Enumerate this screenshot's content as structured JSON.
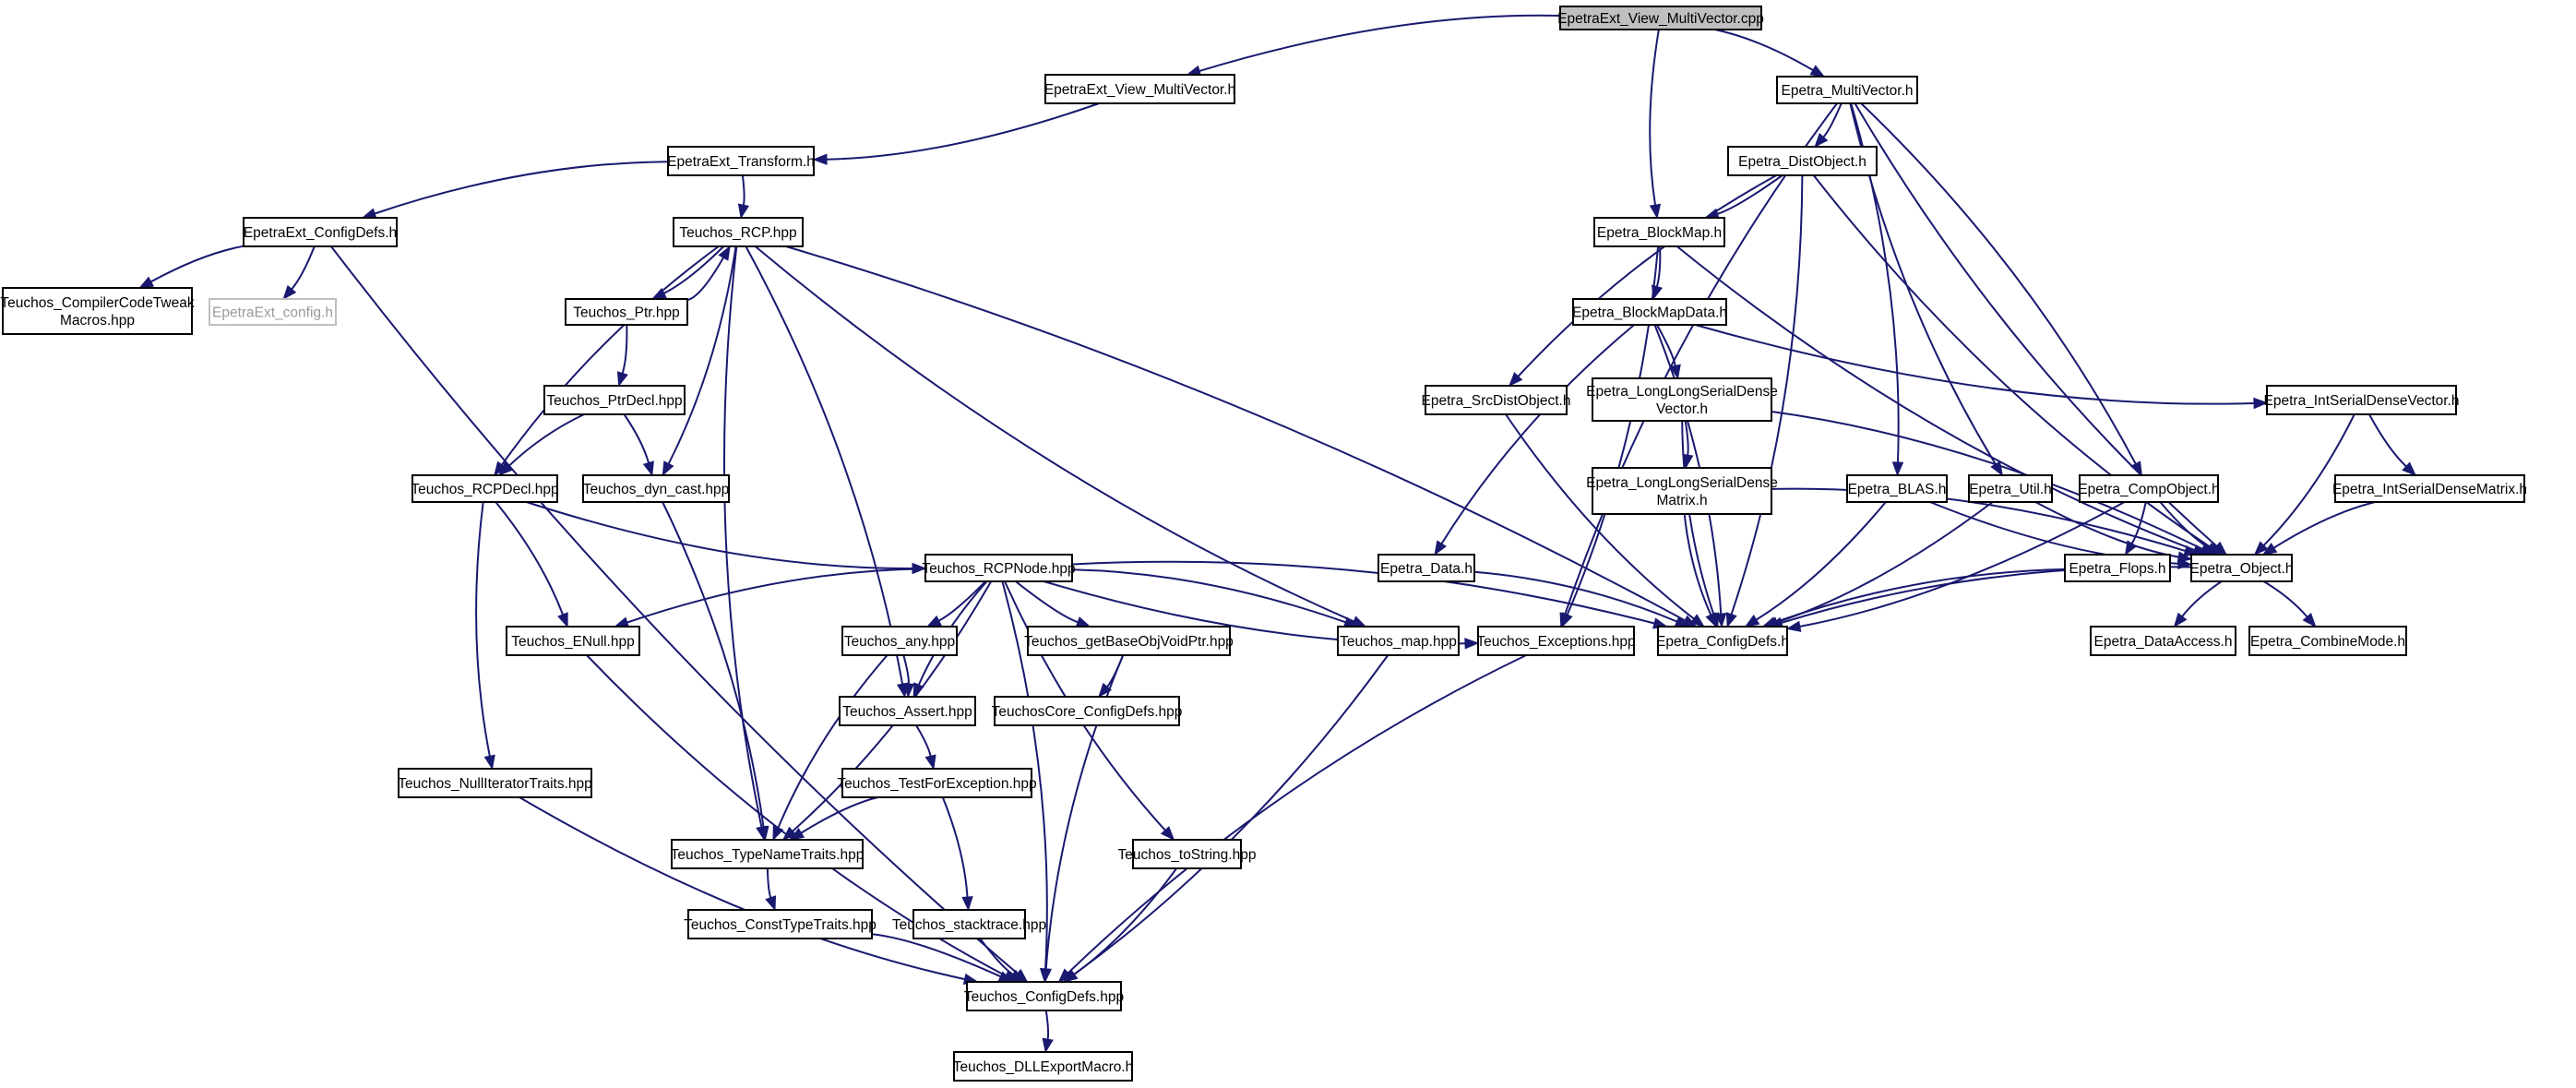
{
  "colors": {
    "edge": "#191970",
    "node_border": "#000000",
    "root_fill": "#bfbfbf",
    "ghost_border": "#bfbfbf",
    "ghost_text": "#9a9a9a"
  },
  "nodes": [
    {
      "id": "root",
      "label": "EpetraExt_View_MultiVector.cpp",
      "kind": "root"
    },
    {
      "id": "eevmv_h",
      "label": "EpetraExt_View_MultiVector.h"
    },
    {
      "id": "emv_h",
      "label": "Epetra_MultiVector.h"
    },
    {
      "id": "eet_h",
      "label": "EpetraExt_Transform.h"
    },
    {
      "id": "edo_h",
      "label": "Epetra_DistObject.h"
    },
    {
      "id": "eecd_h",
      "label": "EpetraExt_ConfigDefs.h"
    },
    {
      "id": "trcp",
      "label": "Teuchos_RCP.hpp"
    },
    {
      "id": "ebm_h",
      "label": "Epetra_BlockMap.h"
    },
    {
      "id": "tcct",
      "label": "Teuchos_CompilerCodeTweak Macros.hpp",
      "lines": [
        "Teuchos_CompilerCodeTweak",
        "Macros.hpp"
      ]
    },
    {
      "id": "eec_h",
      "label": "EpetraExt_config.h",
      "kind": "ghost"
    },
    {
      "id": "tptr",
      "label": "Teuchos_Ptr.hpp"
    },
    {
      "id": "ebmd_h",
      "label": "Epetra_BlockMapData.h"
    },
    {
      "id": "tptrd",
      "label": "Teuchos_PtrDecl.hpp"
    },
    {
      "id": "esdo_h",
      "label": "Epetra_SrcDistObject.h"
    },
    {
      "id": "ellsdv",
      "label": "Epetra_LongLongSerialDense Vector.h",
      "lines": [
        "Epetra_LongLongSerialDense",
        "Vector.h"
      ]
    },
    {
      "id": "eisdv",
      "label": "Epetra_IntSerialDenseVector.h"
    },
    {
      "id": "trcpd",
      "label": "Teuchos_RCPDecl.hpp"
    },
    {
      "id": "tdc",
      "label": "Teuchos_dyn_cast.hpp"
    },
    {
      "id": "ellsdm",
      "label": "Epetra_LongLongSerialDense Matrix.h",
      "lines": [
        "Epetra_LongLongSerialDense",
        "Matrix.h"
      ]
    },
    {
      "id": "eblas",
      "label": "Epetra_BLAS.h"
    },
    {
      "id": "eutil",
      "label": "Epetra_Util.h"
    },
    {
      "id": "eco",
      "label": "Epetra_CompObject.h"
    },
    {
      "id": "eisdm",
      "label": "Epetra_IntSerialDenseMatrix.h"
    },
    {
      "id": "trcpn",
      "label": "Teuchos_RCPNode.hpp"
    },
    {
      "id": "edata",
      "label": "Epetra_Data.h"
    },
    {
      "id": "eflops",
      "label": "Epetra_Flops.h"
    },
    {
      "id": "eobj",
      "label": "Epetra_Object.h"
    },
    {
      "id": "tenull",
      "label": "Teuchos_ENull.hpp"
    },
    {
      "id": "tany",
      "label": "Teuchos_any.hpp"
    },
    {
      "id": "tgbo",
      "label": "Teuchos_getBaseObjVoidPtr.hpp"
    },
    {
      "id": "tmap",
      "label": "Teuchos_map.hpp"
    },
    {
      "id": "texc",
      "label": "Teuchos_Exceptions.hpp"
    },
    {
      "id": "ecd",
      "label": "Epetra_ConfigDefs.h"
    },
    {
      "id": "eda",
      "label": "Epetra_DataAccess.h"
    },
    {
      "id": "ecm",
      "label": "Epetra_CombineMode.h"
    },
    {
      "id": "tassert",
      "label": "Teuchos_Assert.hpp"
    },
    {
      "id": "tccd",
      "label": "TeuchosCore_ConfigDefs.hpp"
    },
    {
      "id": "tnit",
      "label": "Teuchos_NullIteratorTraits.hpp"
    },
    {
      "id": "ttfe",
      "label": "Teuchos_TestForException.hpp"
    },
    {
      "id": "ttnt",
      "label": "Teuchos_TypeNameTraits.hpp"
    },
    {
      "id": "tts",
      "label": "Teuchos_toString.hpp"
    },
    {
      "id": "tctt",
      "label": "Teuchos_ConstTypeTraits.hpp"
    },
    {
      "id": "tst",
      "label": "Teuchos_stacktrace.hpp"
    },
    {
      "id": "tcd",
      "label": "Teuchos_ConfigDefs.hpp"
    },
    {
      "id": "tdll",
      "label": "Teuchos_DLLExportMacro.h"
    }
  ],
  "edges": [
    [
      "root",
      "eevmv_h"
    ],
    [
      "root",
      "emv_h"
    ],
    [
      "root",
      "ebm_h"
    ],
    [
      "eevmv_h",
      "eet_h"
    ],
    [
      "eet_h",
      "eecd_h"
    ],
    [
      "eet_h",
      "trcp"
    ],
    [
      "eecd_h",
      "tcct"
    ],
    [
      "eecd_h",
      "eec_h"
    ],
    [
      "eecd_h",
      "tcd"
    ],
    [
      "emv_h",
      "edo_h"
    ],
    [
      "emv_h",
      "texc"
    ],
    [
      "emv_h",
      "eblas"
    ],
    [
      "emv_h",
      "eutil"
    ],
    [
      "emv_h",
      "eco"
    ],
    [
      "emv_h",
      "eobj"
    ],
    [
      "edo_h",
      "ebm_h"
    ],
    [
      "edo_h",
      "esdo_h"
    ],
    [
      "edo_h",
      "ecd"
    ],
    [
      "edo_h",
      "eobj"
    ],
    [
      "ebm_h",
      "ebmd_h"
    ],
    [
      "ebm_h",
      "eobj"
    ],
    [
      "ebm_h",
      "texc"
    ],
    [
      "ebmd_h",
      "edata"
    ],
    [
      "ebmd_h",
      "ellsdv"
    ],
    [
      "ebmd_h",
      "eisdv"
    ],
    [
      "ebmd_h",
      "ecd"
    ],
    [
      "esdo_h",
      "ecd"
    ],
    [
      "ellsdv",
      "ellsdm"
    ],
    [
      "ellsdv",
      "ecd"
    ],
    [
      "ellsdv",
      "eobj"
    ],
    [
      "ellsdm",
      "ecd"
    ],
    [
      "ellsdm",
      "eobj"
    ],
    [
      "eisdv",
      "eisdm"
    ],
    [
      "eisdv",
      "eobj"
    ],
    [
      "eisdm",
      "eobj"
    ],
    [
      "eblas",
      "ecd"
    ],
    [
      "eblas",
      "eobj"
    ],
    [
      "eutil",
      "ecd"
    ],
    [
      "eutil",
      "eobj"
    ],
    [
      "eco",
      "eflops"
    ],
    [
      "eco",
      "eobj"
    ],
    [
      "eco",
      "ecd"
    ],
    [
      "eflops",
      "ecd"
    ],
    [
      "edata",
      "ecd"
    ],
    [
      "eobj",
      "eda"
    ],
    [
      "eobj",
      "ecm"
    ],
    [
      "eobj",
      "ecd"
    ],
    [
      "trcp",
      "tptr"
    ],
    [
      "trcp",
      "trcpd"
    ],
    [
      "trcp",
      "tdc"
    ],
    [
      "trcp",
      "ttnt"
    ],
    [
      "trcp",
      "tassert"
    ],
    [
      "trcp",
      "tmap"
    ],
    [
      "trcp",
      "ecd"
    ],
    [
      "tptr",
      "trcp"
    ],
    [
      "tptr",
      "tptrd"
    ],
    [
      "tptrd",
      "trcpd"
    ],
    [
      "tptrd",
      "tdc"
    ],
    [
      "trcpd",
      "trcpn"
    ],
    [
      "trcpd",
      "tenull"
    ],
    [
      "trcpd",
      "tnit"
    ],
    [
      "tdc",
      "ttnt"
    ],
    [
      "trcpn",
      "tenull"
    ],
    [
      "trcpn",
      "tany"
    ],
    [
      "trcpn",
      "tgbo"
    ],
    [
      "trcpn",
      "tmap"
    ],
    [
      "trcpn",
      "texc"
    ],
    [
      "trcpn",
      "ecd"
    ],
    [
      "trcpn",
      "tassert"
    ],
    [
      "trcpn",
      "ttnt"
    ],
    [
      "trcpn",
      "tts"
    ],
    [
      "trcpn",
      "tcd"
    ],
    [
      "tenull",
      "tcd"
    ],
    [
      "tany",
      "tassert"
    ],
    [
      "tany",
      "ttnt"
    ],
    [
      "tgbo",
      "tccd"
    ],
    [
      "tgbo",
      "tcd"
    ],
    [
      "tmap",
      "tcd"
    ],
    [
      "texc",
      "tcd"
    ],
    [
      "tassert",
      "ttfe"
    ],
    [
      "ttfe",
      "ttnt"
    ],
    [
      "ttfe",
      "tst"
    ],
    [
      "ttnt",
      "tctt"
    ],
    [
      "tctt",
      "tcd"
    ],
    [
      "tst",
      "tcd"
    ],
    [
      "tts",
      "tcd"
    ],
    [
      "tnit",
      "tcd"
    ],
    [
      "tcd",
      "tdll"
    ]
  ]
}
